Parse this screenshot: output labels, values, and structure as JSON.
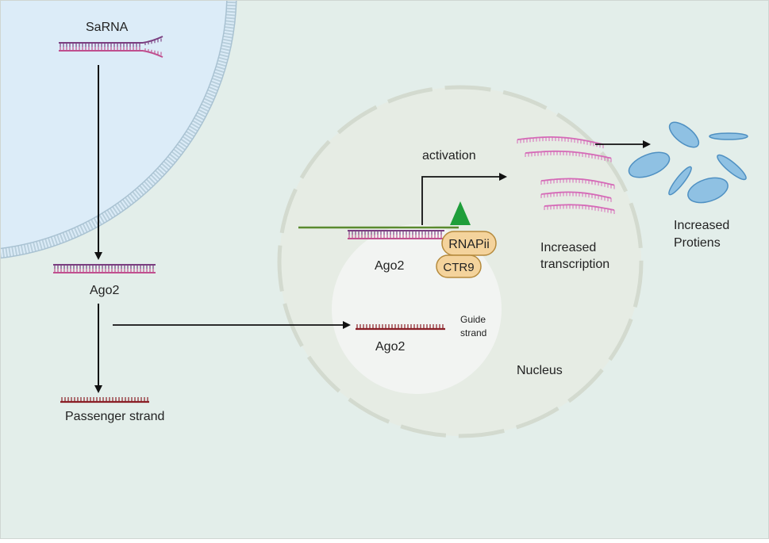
{
  "labels": {
    "sarna": "SaRNA",
    "ago2_left": "Ago2",
    "passenger_strand": "Passenger strand",
    "activation": "activation",
    "ago2_complex": "Ago2",
    "rnapii": "RNAPii",
    "ctr9": "CTR9",
    "guide_strand_line1": "Guide",
    "guide_strand_line2": "strand",
    "ago2_guide": "Ago2",
    "nucleus": "Nucleus",
    "increased_transcription_line1": "Increased",
    "increased_transcription_line2": "transcription",
    "increased_proteins_line1": "Increased",
    "increased_proteins_line2": "Protiens"
  },
  "colors": {
    "background": "#e3eeea",
    "cytoplasm_cell": "#dcecf8",
    "membrane": "#b9cfdc",
    "nucleus_ring": "#d6ddd3",
    "nucleus_fill": "#e6ece4",
    "inner_circle": "#f2f4f2",
    "strand_purple": "#7a3e80",
    "strand_magenta": "#c0508f",
    "strand_dark_red": "#8a1f26",
    "dna_green": "#5a8a2e",
    "activator_green": "#1f9e3a",
    "rnapii_fill": "#f4d39c",
    "rnapii_stroke": "#b58a3c",
    "mrna_pink": "#d56ab7",
    "protein_blue": "#6aa9d6",
    "arrow": "#111111"
  }
}
